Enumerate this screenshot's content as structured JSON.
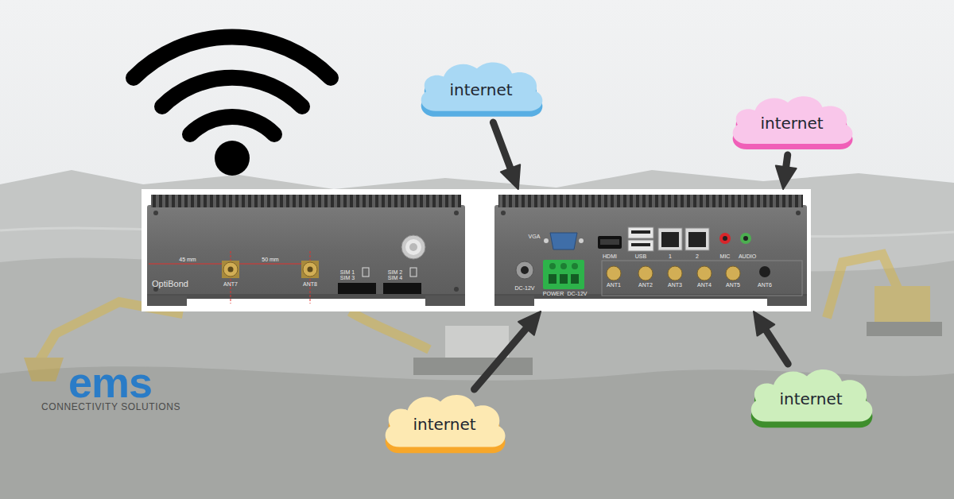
{
  "diagram": {
    "nodes": [
      {
        "text": [
          "internet"
        ]
      },
      {
        "text": [
          "internet"
        ]
      },
      {
        "text": [
          "45 mm",
          "50 mm",
          "ANT7",
          "ANT8",
          "OptiBond",
          "SIM 1",
          "SIM 3",
          "SIM 2",
          "SIM 4"
        ]
      },
      {
        "text": [
          "VGA",
          "HDMI",
          "USB",
          "1",
          "2",
          "MIC",
          "AUDIO",
          "DC-12V",
          "POWER",
          "DC-12V",
          "ANT1",
          "ANT2",
          "ANT3",
          "ANT4",
          "ANT5",
          "ANT6"
        ]
      },
      {
        "text": [
          "internet"
        ]
      },
      {
        "text": [
          "internet"
        ]
      }
    ],
    "edges": [
      {
        "from": 0,
        "to": 3,
        "arrow": "to"
      },
      {
        "from": 1,
        "to": 3,
        "arrow": "to"
      },
      {
        "from": 4,
        "to": 3,
        "arrow": "to"
      },
      {
        "from": 5,
        "to": 3,
        "arrow": "to"
      }
    ],
    "labels": [
      "ems",
      "CONNECTIVITY SOLUTIONS"
    ]
  }
}
